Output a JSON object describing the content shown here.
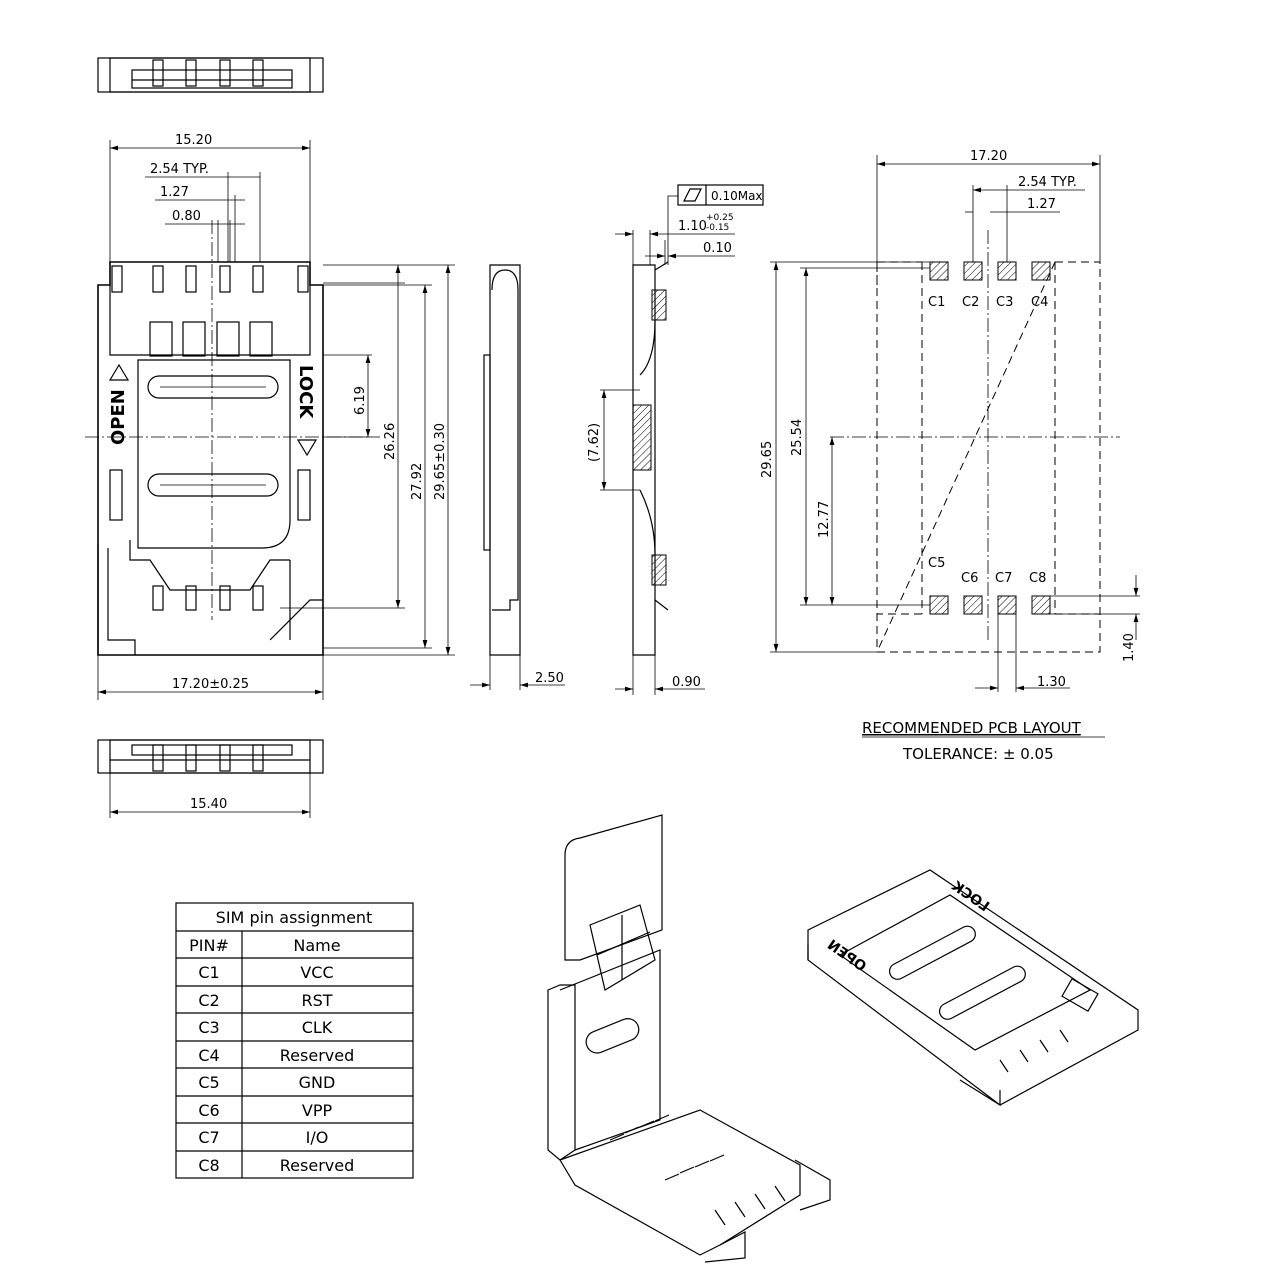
{
  "front_view": {
    "dim_width_top": "15.20",
    "dim_pitch": "2.54 TYP.",
    "dim_half_pitch": "1.27",
    "dim_pin_width": "0.80",
    "dim_6_19": "6.19",
    "dim_26_26": "26.26",
    "dim_27_92": "27.92",
    "dim_length": "29.65±0.30",
    "dim_width_bottom": "17.20±0.25",
    "label_open": "OPEN",
    "label_lock": "LOCK"
  },
  "bottom_view": {
    "dim_width": "15.40"
  },
  "side_view_1": {
    "dim_height": "2.50"
  },
  "side_view_2": {
    "flatness": "0.10Max",
    "dim_thickness": "1.10",
    "dim_tol_plus": "+0.25",
    "dim_tol_minus": "-0.15",
    "dim_0_10": "0.10",
    "dim_7_62": "(7.62)",
    "dim_0_90": "0.90"
  },
  "pcb_layout": {
    "dim_width": "17.20",
    "dim_pitch": "2.54 TYP.",
    "dim_half_pitch": "1.27",
    "dim_29_65": "29.65",
    "dim_25_54": "25.54",
    "dim_12_77": "12.77",
    "dim_1_40": "1.40",
    "dim_1_30": "1.30",
    "pads_top": [
      "C1",
      "C2",
      "C3",
      "C4"
    ],
    "pads_bottom": [
      "C5",
      "C6",
      "C7",
      "C8"
    ],
    "title": "RECOMMENDED PCB LAYOUT",
    "tolerance": "TOLERANCE: ± 0.05"
  },
  "pin_table": {
    "title": "SIM pin assignment",
    "headers": [
      "PIN#",
      "Name"
    ],
    "rows": [
      [
        "C1",
        "VCC"
      ],
      [
        "C2",
        "RST"
      ],
      [
        "C3",
        "CLK"
      ],
      [
        "C4",
        "Reserved"
      ],
      [
        "C5",
        "GND"
      ],
      [
        "C6",
        "VPP"
      ],
      [
        "C7",
        "I/O"
      ],
      [
        "C8",
        "Reserved"
      ]
    ]
  },
  "iso_view": {
    "label_open": "OPEN",
    "label_lock": "LOCK"
  }
}
